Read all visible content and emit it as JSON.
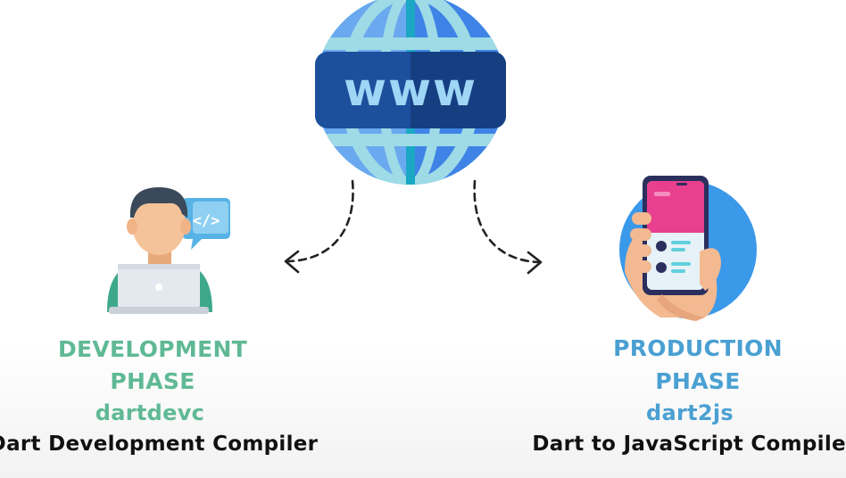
{
  "globe": {
    "text": "www"
  },
  "developer_icon": {
    "code_tag": "</>"
  },
  "development": {
    "phase_line1": "DEVELOPMENT",
    "phase_line2": "PHASE",
    "tool": "dartdevc",
    "full_name": "Dart Development Compiler"
  },
  "production": {
    "phase_line1": "PRODUCTION",
    "phase_line2": "PHASE",
    "tool": "dart2js",
    "full_name": "Dart to JavaScript Compiler"
  },
  "colors": {
    "development_accent": "#5fb995",
    "production_accent": "#4aa0d2",
    "globe_banner": "#1c4f9c",
    "text_dark": "#111111"
  }
}
